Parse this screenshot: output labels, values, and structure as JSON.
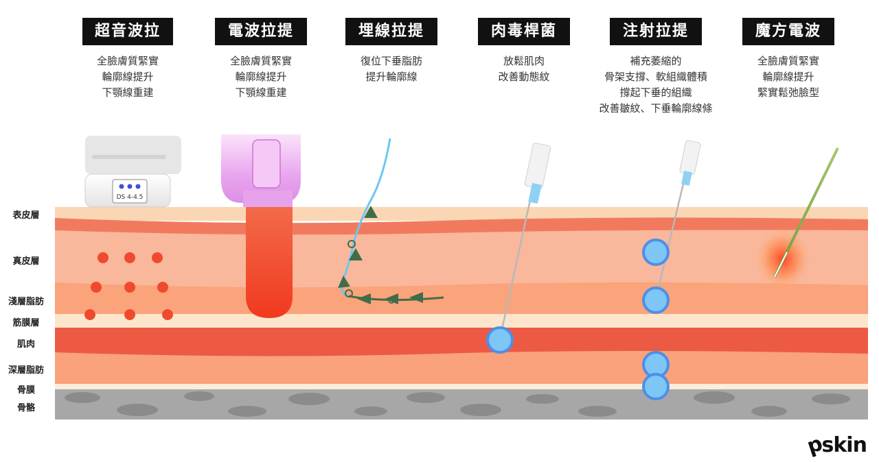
{
  "treatments": [
    {
      "title": "超音波拉提",
      "lines": [
        "全臉膚質緊實",
        "輪廓線提升",
        "下顎線重建"
      ]
    },
    {
      "title": "電波拉提",
      "lines": [
        "全臉膚質緊實",
        "輪廓線提升",
        "下顎線重建"
      ]
    },
    {
      "title": "埋線拉提",
      "lines": [
        "復位下垂脂肪",
        "提升輪廓線"
      ]
    },
    {
      "title": "肉毒桿菌",
      "lines": [
        "放鬆肌肉",
        "改善動態紋"
      ]
    },
    {
      "title": "注射拉提",
      "lines": [
        "補充萎縮的",
        "骨架支撐、軟組織體積",
        "撐起下垂的組織",
        "改善皺紋、下垂輪廓線條"
      ]
    },
    {
      "title": "魔方電波",
      "lines": [
        "全臉膚質緊實",
        "輪廓線提升",
        "緊實鬆弛臉型"
      ]
    }
  ],
  "layers": [
    "表皮層",
    "真皮層",
    "淺層脂肪",
    "筋膜層",
    "肌肉",
    "深層脂肪",
    "骨膜",
    "骨骼"
  ],
  "device_label": "DS 4-4.5",
  "logo": {
    "p": "p",
    "rest": "skin"
  },
  "colors": {
    "epidermis": "#fbd6b4",
    "dermis": "#f7a88a",
    "fat": "#fbb48c",
    "fascia": "#fde5cc",
    "muscle": "#ec5a44",
    "deep_fat": "#f9a27c",
    "bone": "#a7a7a7",
    "ultrasound_dot": "#ef4a2e",
    "rf_beam": "#f2472b",
    "filler": "#7dc6f5"
  }
}
